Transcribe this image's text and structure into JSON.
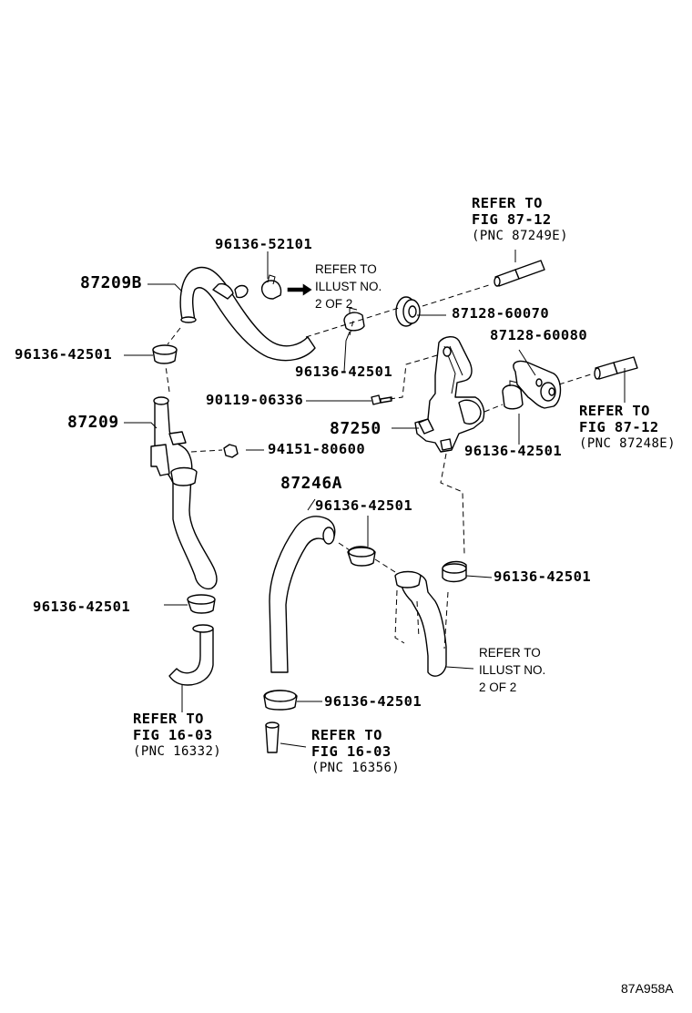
{
  "parts": {
    "hose_87209B": "87209B",
    "hose_87209": "87209",
    "hose_87246A": "87246A",
    "valve_87250": "87250",
    "clamp_52101": "96136-52101",
    "clamp_42501_a": "96136-42501",
    "clamp_42501_b": "96136-42501",
    "clamp_42501_c": "96136-42501",
    "clamp_42501_d": "96136-42501",
    "clamp_42501_e": "96136-42501",
    "clamp_42501_f": "96136-42501",
    "clamp_42501_g": "96136-42501",
    "grommet_60070": "87128-60070",
    "gasket_60080": "87128-60080",
    "bolt_06336": "90119-06336",
    "nut_80600": "94151-80600"
  },
  "references": {
    "fig_87_12_top": {
      "line1": "REFER TO",
      "line2": "FIG 87-12",
      "line3": "(PNC 87249E)"
    },
    "fig_87_12_right": {
      "line1": "REFER TO",
      "line2": "FIG 87-12",
      "line3": "(PNC 87248E)"
    },
    "fig_16_03_left": {
      "line1": "REFER TO",
      "line2": "FIG 16-03",
      "line3": "(PNC 16332)"
    },
    "fig_16_03_mid": {
      "line1": "REFER TO",
      "line2": "FIG 16-03",
      "line3": "(PNC 16356)"
    },
    "illust_top": {
      "line1": "REFER TO",
      "line2": "ILLUST NO.",
      "line3": "2 OF 2"
    },
    "illust_bottom": {
      "line1": "REFER TO",
      "line2": "ILLUST NO.",
      "line3": "2 OF 2"
    }
  },
  "diagram_code": "87A958A"
}
